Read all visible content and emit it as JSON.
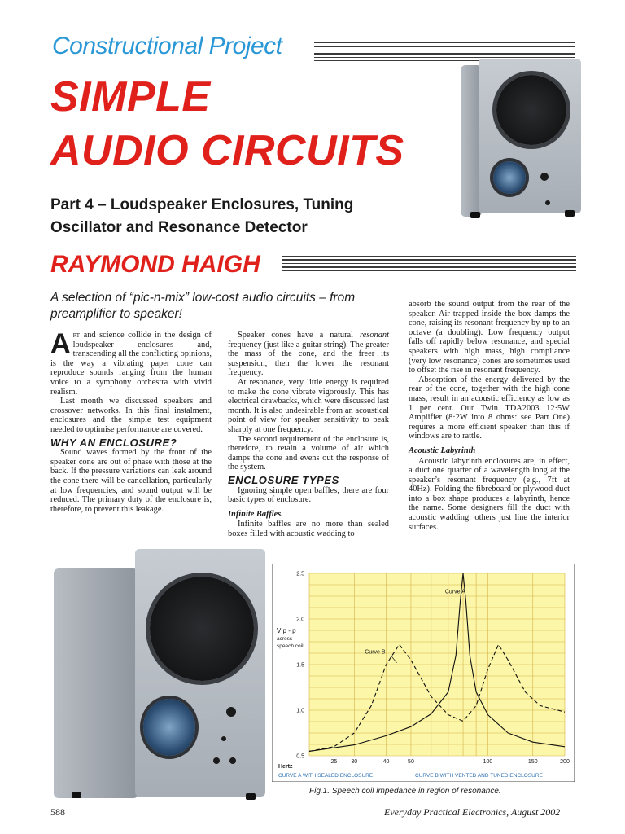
{
  "header": {
    "kicker": "Constructional Project",
    "title_line1": "SIMPLE",
    "title_line2": "AUDIO CIRCUITS",
    "subtitle": "Part 4 – Loudspeaker Enclosures, Tuning Oscillator and Resonance Detector",
    "author": "RAYMOND HAIGH",
    "standfirst": "A selection of “pic-n-mix” low-cost audio circuits – from preamplifier to speaker!"
  },
  "colors": {
    "accent_blue": "#2a97d6",
    "accent_red": "#e0201b",
    "chart_bg": "#fbf6a8"
  },
  "col1": {
    "dropcap": "A",
    "lead_smallcaps": "rt",
    "p1_rest": " and science collide in the design of loudspeaker enclosures and, transcending all the conflicting opinions, is the way a vibrating paper cone can reproduce sounds ranging from the human voice to a symphony orchestra with vivid realism.",
    "p2": "Last month we discussed speakers and crossover networks. In this final instalment, enclosures and the simple test equipment needed to optimise performance are covered.",
    "heading1": "WHY AN ENCLOSURE?",
    "p3": "Sound waves formed by the front of the speaker cone are out of phase with those at the back. If the pressure variations can leak around the cone there will be cancellation, particularly at low frequencies, and sound output will be reduced. The primary duty of the enclosure is, therefore, to prevent this leakage."
  },
  "col2": {
    "p1_a": "Speaker cones have a natural ",
    "p1_em": "resonant",
    "p1_b": " frequency (just like a guitar string). The greater the mass of the cone, and the freer its suspension, then the lower the resonant frequency.",
    "p2": "At resonance, very little energy is required to make the cone vibrate vigorously. This has electrical drawbacks, which were discussed last month. It is also undesirable from an acoustical point of view for speaker sensitivity to peak sharply at one frequency.",
    "p3": "The second requirement of the enclosure is, therefore, to retain a volume of air which damps the cone and evens out the response of the system.",
    "heading2": "ENCLOSURE TYPES",
    "p4": "Ignoring simple open baffles, there are four basic types of enclosure.",
    "subhead1": "Infinite Baffles.",
    "p5": "Infinite baffles are no more than sealed boxes filled with acoustic wadding to"
  },
  "col3": {
    "p1": "absorb the sound output from the rear of the speaker. Air trapped inside the box damps the cone, raising its resonant frequency by up to an octave (a doubling). Low frequency output falls off rapidly below resonance, and special speakers with high mass, high compliance (very low resonance) cones are sometimes used to offset the rise in resonant frequency.",
    "p2": "Absorption of the energy delivered by the rear of the cone, together with the high cone mass, result in an acoustic efficiency as low as 1 per cent. Our Twin TDA2003 12·5W Amplifier (8·2W into 8 ohms: see Part One) requires a more efficient speaker than this if windows are to rattle.",
    "subhead2": "Acoustic Labyrinth",
    "p3": "Acoustic labyrinth enclosures are, in effect, a duct one quarter of a wavelength long at the speaker’s resonant frequency (e.g., 7ft at 40Hz). Folding the fibreboard or plywood duct into a box shape produces a labyrinth, hence the name. Some designers fill the duct with acoustic wadding: others just line the interior surfaces."
  },
  "chart_data": {
    "type": "line",
    "title": "",
    "ylabel_lines": [
      "V p - p",
      "across",
      "speech coil"
    ],
    "xlabel": "Hertz",
    "y_ticks": [
      "2.5",
      "2.0",
      "1.5",
      "1.0",
      "0.5"
    ],
    "x_ticks": [
      "25",
      "30",
      "40",
      "50",
      "100",
      "150",
      "200"
    ],
    "x_scale": "log",
    "xlim": [
      20,
      200
    ],
    "ylim": [
      0.5,
      2.5
    ],
    "grid": true,
    "series": [
      {
        "name": "Curve A",
        "style": "solid",
        "x": [
          20,
          30,
          40,
          50,
          60,
          70,
          75,
          78,
          80,
          82,
          85,
          90,
          100,
          120,
          150,
          200
        ],
        "y": [
          0.55,
          0.62,
          0.72,
          0.82,
          0.96,
          1.2,
          1.6,
          2.2,
          2.5,
          2.2,
          1.6,
          1.2,
          0.95,
          0.75,
          0.65,
          0.6
        ]
      },
      {
        "name": "Curve B",
        "style": "dashed",
        "x": [
          20,
          25,
          30,
          35,
          40,
          45,
          50,
          60,
          70,
          80,
          90,
          100,
          110,
          120,
          140,
          160,
          200
        ],
        "y": [
          0.55,
          0.6,
          0.75,
          1.05,
          1.5,
          1.72,
          1.55,
          1.15,
          0.95,
          0.88,
          1.05,
          1.45,
          1.72,
          1.55,
          1.2,
          1.05,
          0.98
        ]
      }
    ],
    "curve_labels": [
      "Curve A",
      "Curve B"
    ],
    "legend_texts": [
      "CURVE A WITH SEALED ENCLOSURE",
      "CURVE B WITH VENTED AND TUNED ENCLOSURE"
    ]
  },
  "figure": {
    "caption": "Fig.1. Speech coil impedance in region of resonance."
  },
  "footer": {
    "page_number": "588",
    "journal": "Everyday Practical Electronics, August 2002"
  }
}
